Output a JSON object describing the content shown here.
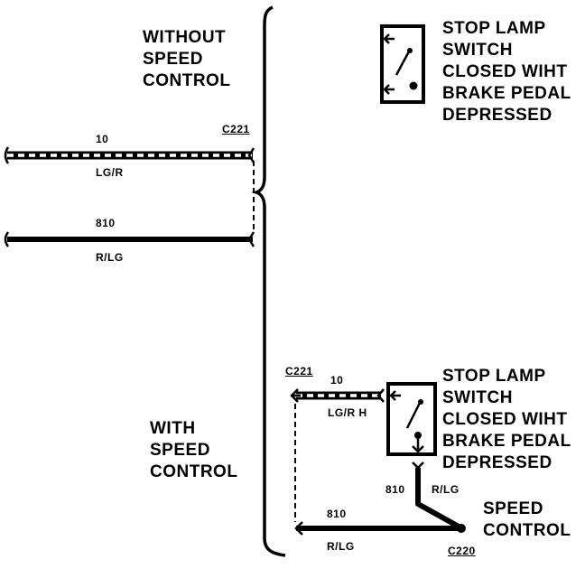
{
  "top_section": {
    "heading": [
      "WITHOUT",
      "SPEED",
      "CONTROL"
    ],
    "switch_caption": [
      "STOP LAMP",
      "SWITCH",
      "CLOSED WIHT",
      "BRAKE PEDAL",
      "DEPRESSED"
    ],
    "connector": "C221",
    "wire_upper_circuit": "10",
    "wire_upper_color": "LG/R",
    "wire_lower_circuit": "810",
    "wire_lower_color": "R/LG"
  },
  "bottom_section": {
    "heading": [
      "WITH",
      "SPEED",
      "CONTROL"
    ],
    "switch_caption": [
      "STOP LAMP",
      "SWITCH",
      "CLOSED WIHT",
      "BRAKE PEDAL",
      "DEPRESSED"
    ],
    "connector_left": "C221",
    "wire_upper_circuit": "10",
    "wire_upper_color": "LG/R",
    "wire_upper_suffix": "H",
    "wire_mid_circuit": "810",
    "wire_mid_color": "R/LG",
    "wire_lower_circuit": "810",
    "wire_lower_color": "R/LG",
    "module_label": [
      "SPEED",
      "CONTROL"
    ],
    "connector_right": "C220"
  }
}
